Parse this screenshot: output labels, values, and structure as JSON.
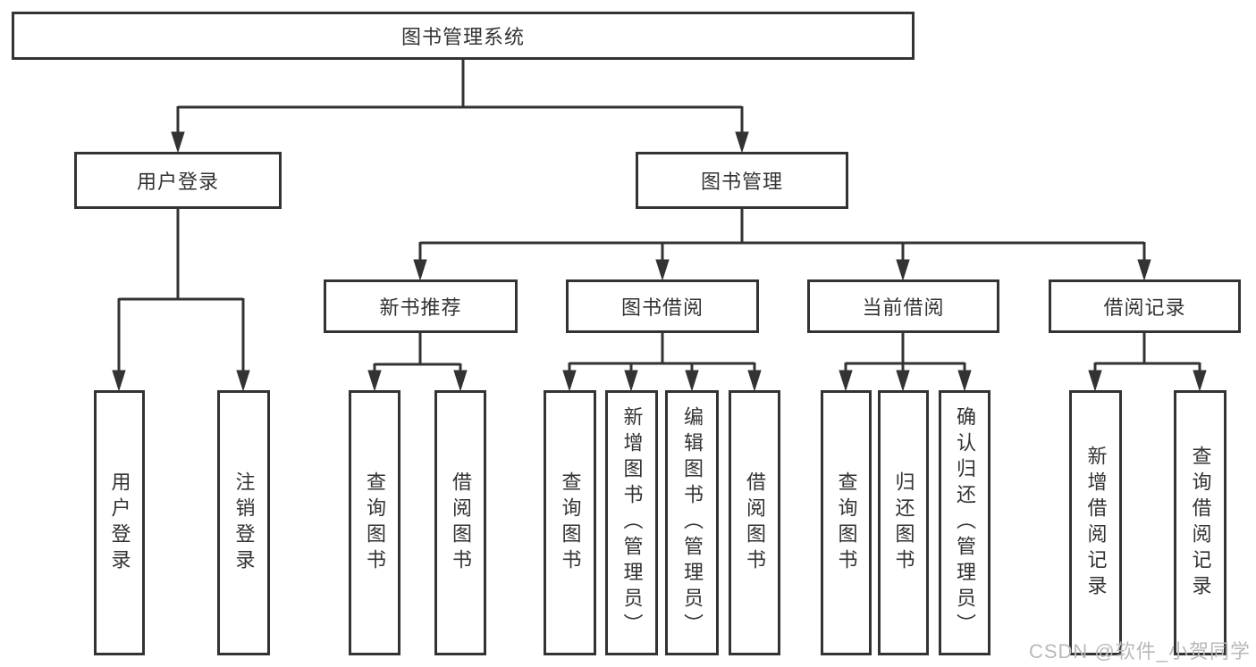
{
  "tree": {
    "root": "图书管理系统",
    "branches": [
      {
        "label": "用户登录",
        "children": [
          "用户登录",
          "注销登录"
        ]
      },
      {
        "label": "图书管理",
        "groups": [
          {
            "label": "新书推荐",
            "children": [
              "查询图书",
              "借阅图书"
            ]
          },
          {
            "label": "图书借阅",
            "children": [
              "查询图书",
              "新增图书（管理员）",
              "编辑图书（管理员）",
              "借阅图书"
            ]
          },
          {
            "label": "当前借阅",
            "children": [
              "查询图书",
              "归还图书",
              "确认归还（管理员）"
            ]
          },
          {
            "label": "借阅记录",
            "children": [
              "新增借阅记录",
              "查询借阅记录"
            ]
          }
        ]
      }
    ]
  },
  "watermark": {
    "text": "CSDN @软件_小贺同学"
  },
  "colors": {
    "line": "#333333",
    "text": "#333333",
    "box_background": "#ffffff",
    "watermark": "#b9b9b9",
    "page_background": "#ffffff"
  }
}
